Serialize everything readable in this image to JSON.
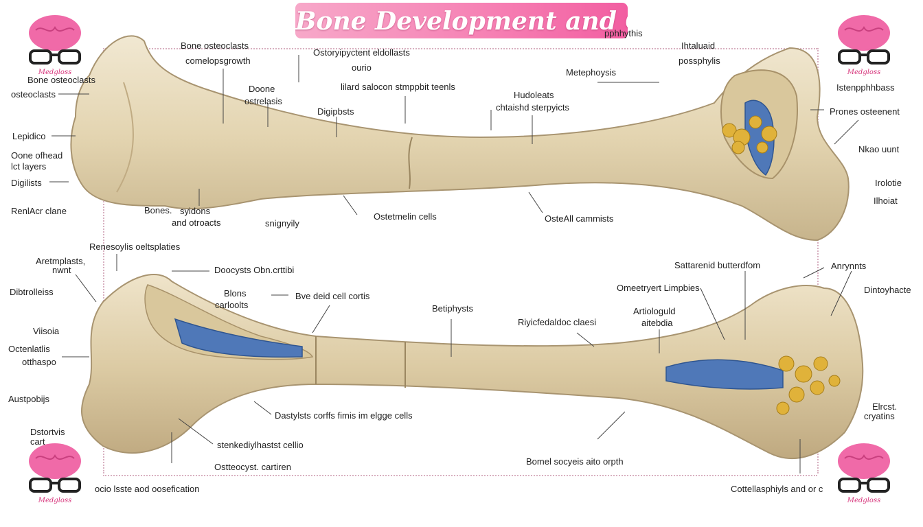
{
  "title": "Bone Development and Growth",
  "brand": "Medgloss",
  "colors": {
    "accent": "#f67fb3",
    "bone": "#e8dcc0",
    "marrow_blue": "#4f78b8",
    "spongy_yellow": "#e0b23a",
    "logo_brain": "#f06aa8"
  },
  "labels": [
    {
      "text": "Bone osteoclasts"
    },
    {
      "text": "osteoclasts"
    },
    {
      "text": "Lepidico"
    },
    {
      "text": "Oone ofhead"
    },
    {
      "text": "lct layers"
    },
    {
      "text": "Digilists"
    },
    {
      "text": "RenlAcr clane"
    },
    {
      "text": "Bones."
    },
    {
      "text": "syidons"
    },
    {
      "text": "and otroacts"
    },
    {
      "text": "snignyily"
    },
    {
      "text": "Bone osteoclasts"
    },
    {
      "text": "comelopsgrowth"
    },
    {
      "text": "Ostoryipyctent eldollasts"
    },
    {
      "text": "ourio"
    },
    {
      "text": "lilard salocon stmppbit teenls"
    },
    {
      "text": "Doone"
    },
    {
      "text": "ostrelasis"
    },
    {
      "text": "Digipbsts"
    },
    {
      "text": "Ostetmelin cells"
    },
    {
      "text": "Hudoleats"
    },
    {
      "text": "chtaishd sterpyicts"
    },
    {
      "text": "Metephoysis"
    },
    {
      "text": "pphhythis"
    },
    {
      "text": "Ihtaluaid"
    },
    {
      "text": "possphylis"
    },
    {
      "text": "Istenpphhbass"
    },
    {
      "text": "Prones osteenent"
    },
    {
      "text": "Nkao uunt"
    },
    {
      "text": "Irolotie"
    },
    {
      "text": "Ilhoiat"
    },
    {
      "text": "OsteAll cammists"
    },
    {
      "text": "Renesoylis oeltsplaties"
    },
    {
      "text": "Aretmplasts,"
    },
    {
      "text": "nwnt"
    },
    {
      "text": "Dibtrolleiss"
    },
    {
      "text": "Viisoia"
    },
    {
      "text": "Octenlatlis"
    },
    {
      "text": "otthaspo"
    },
    {
      "text": "Austpobijs"
    },
    {
      "text": "Dstortvis"
    },
    {
      "text": "cart"
    },
    {
      "text": "Doocysts Obn.crttibi"
    },
    {
      "text": "Blons"
    },
    {
      "text": "carloolts"
    },
    {
      "text": "Bve deid cell cortis"
    },
    {
      "text": "Betiphysts"
    },
    {
      "text": "Riyicfedaldoc claesi"
    },
    {
      "text": "Artiologuld"
    },
    {
      "text": "aitebdia"
    },
    {
      "text": "Omeetryert Limpbies"
    },
    {
      "text": "Sattarenid butterdfom"
    },
    {
      "text": "Anrynnts"
    },
    {
      "text": "Dintoyhacte"
    },
    {
      "text": "Elrcst."
    },
    {
      "text": "cryatins"
    },
    {
      "text": "Dastylsts corffs fimis im elgge cells"
    },
    {
      "text": "stenkediylhastst cellio"
    },
    {
      "text": "Ostteocyst. cartiren"
    },
    {
      "text": "Bomel socyeis aito orpth"
    },
    {
      "text": "ocio lsste aod oosefication"
    },
    {
      "text": "Cottellasphiyls and or c"
    }
  ]
}
